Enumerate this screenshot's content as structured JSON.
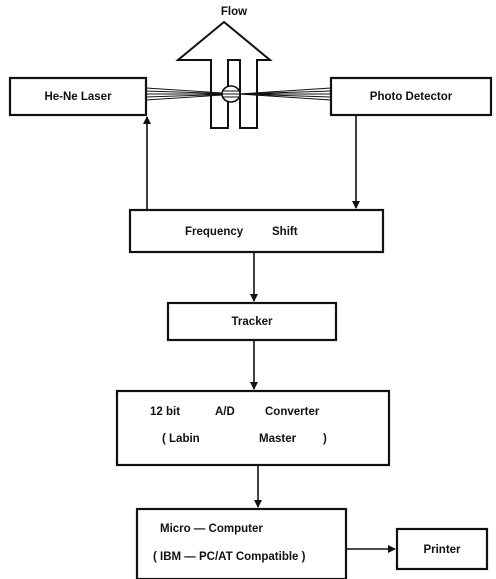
{
  "flow_label": "Flow",
  "boxes": {
    "laser": "He-Ne Laser",
    "detector": "Photo Detector",
    "frequency_shift": {
      "word1": "Frequency",
      "word2": "Shift"
    },
    "tracker": "Tracker",
    "converter": {
      "line1": {
        "part1": "12 bit",
        "part2": "A/D",
        "part3": "Converter"
      },
      "line2": {
        "part1": "( Labin",
        "part2": "Master",
        "part3": ")"
      }
    },
    "computer": {
      "line1": "Micro — Computer",
      "line2": "( IBM — PC/AT Compatible )"
    },
    "printer": "Printer"
  }
}
